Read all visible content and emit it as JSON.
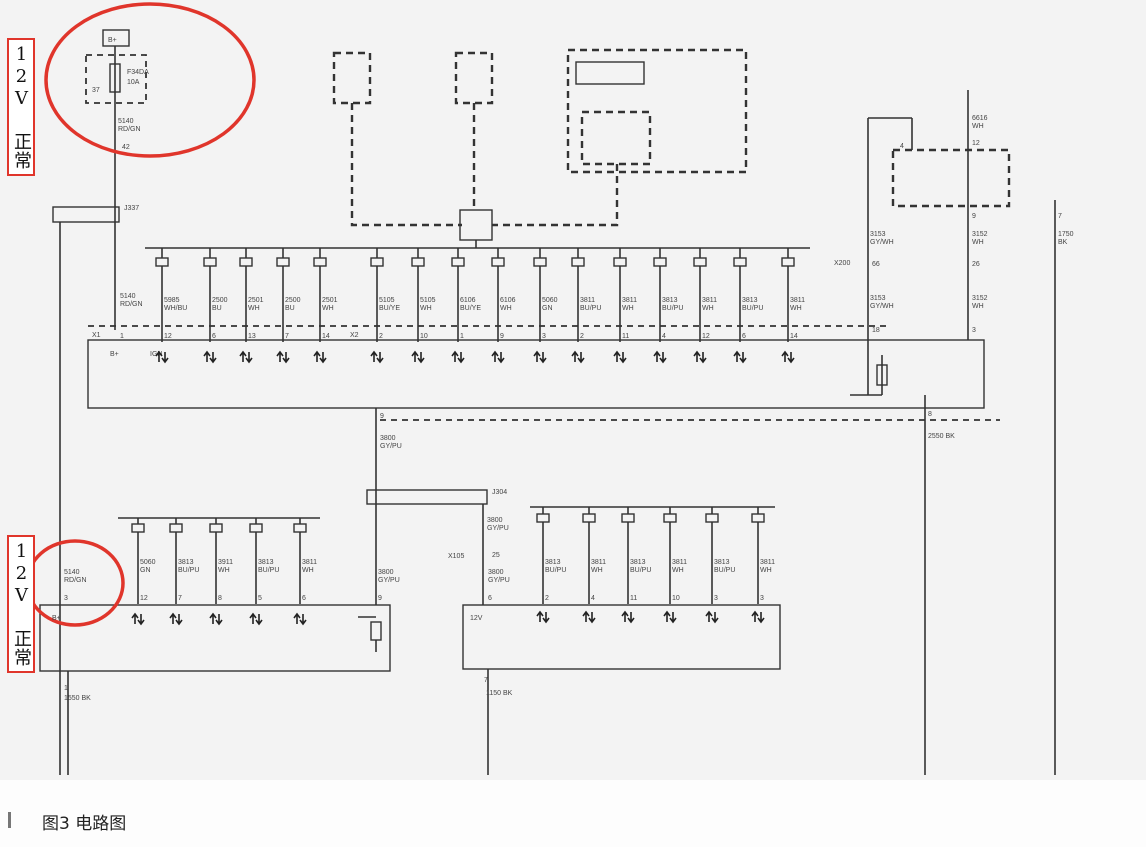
{
  "annotations": {
    "top_note": "12V 正常",
    "bottom_note": "12V 正常"
  },
  "caption": "图3  电路图",
  "colors": {
    "highlight": "#e0352b",
    "line": "#333333"
  },
  "fuse": {
    "top_tag": "B+",
    "name": "F34DA",
    "rating": "10A",
    "pin": "37"
  },
  "top_wire": {
    "num": "5140",
    "color": "RD/GN",
    "pin": "42"
  },
  "splice": "J337",
  "top_units": {
    "antenna_icon": "pointer-arrow"
  },
  "ground_labels": [
    "1550 BK",
    "1150 BK",
    "2550 BK"
  ],
  "top_right_wires": [
    {
      "num": "6616",
      "color": "WH"
    },
    {
      "num": "3152",
      "color": "WH"
    },
    {
      "num": "3153",
      "color": "GY/WH"
    },
    {
      "num": "1750",
      "color": "BK"
    }
  ],
  "top_right_pins": [
    "4",
    "12",
    "9",
    "7",
    "26",
    "66",
    "18",
    "3",
    "8"
  ],
  "connectors": {
    "x200": "X200",
    "x1": "X1",
    "x2": "X2",
    "x105": "X105",
    "j304": "J304"
  },
  "main_module": {
    "b_plus": "B+",
    "ign": "IGN",
    "wires": [
      {
        "num": "5140",
        "color": "RD/GN",
        "pin": "1"
      },
      {
        "num": "5985",
        "color": "WH/BU",
        "pin": "12"
      },
      {
        "num": "2500",
        "color": "BU",
        "pin": "6"
      },
      {
        "num": "2501",
        "color": "WH",
        "pin": "13"
      },
      {
        "num": "2500",
        "color": "BU",
        "pin": "7"
      },
      {
        "num": "2501",
        "color": "WH",
        "pin": "14"
      },
      {
        "num": "5105",
        "color": "BU/YE",
        "pin": "2"
      },
      {
        "num": "5105",
        "color": "WH",
        "pin": "10"
      },
      {
        "num": "6106",
        "color": "BU/YE",
        "pin": "1"
      },
      {
        "num": "6106",
        "color": "WH",
        "pin": "9"
      },
      {
        "num": "5060",
        "color": "GN",
        "pin": "3"
      },
      {
        "num": "3811",
        "color": "BU/PU",
        "pin": "2"
      },
      {
        "num": "3811",
        "color": "WH",
        "pin": "11"
      },
      {
        "num": "3813",
        "color": "BU/PU",
        "pin": "4"
      },
      {
        "num": "3811",
        "color": "WH",
        "pin": "12"
      },
      {
        "num": "3813",
        "color": "BU/PU",
        "pin": "6"
      },
      {
        "num": "3811",
        "color": "WH",
        "pin": "14"
      }
    ],
    "bottom_pin": "9",
    "bottom_wire": {
      "num": "3800",
      "color": "GY/PU"
    }
  },
  "left_module": {
    "wires": [
      {
        "num": "5140",
        "color": "RD/GN",
        "pin": "3"
      },
      {
        "num": "5060",
        "color": "GN",
        "pin": "12"
      },
      {
        "num": "3813",
        "color": "BU/PU",
        "pin": "7"
      },
      {
        "num": "3911",
        "color": "WH",
        "pin": "8"
      },
      {
        "num": "3813",
        "color": "BU/PU",
        "pin": "5"
      },
      {
        "num": "3811",
        "color": "WH",
        "pin": "6"
      },
      {
        "num": "3800",
        "color": "GY/PU",
        "pin": "9"
      }
    ],
    "b_plus": "B+",
    "ground_pin": "1"
  },
  "right_module": {
    "top_wire": {
      "num": "3800",
      "color": "GY/PU",
      "pin": "25"
    },
    "wires": [
      {
        "num": "3800",
        "color": "GY/PU",
        "pin": "6"
      },
      {
        "num": "3813",
        "color": "BU/PU",
        "pin": "2"
      },
      {
        "num": "3811",
        "color": "WH",
        "pin": "4"
      },
      {
        "num": "3813",
        "color": "BU/PU",
        "pin": "11"
      },
      {
        "num": "3811",
        "color": "WH",
        "pin": "10"
      },
      {
        "num": "3813",
        "color": "BU/PU",
        "pin": "3"
      },
      {
        "num": "3811",
        "color": "WH",
        "pin": "3"
      }
    ],
    "v12": "12V",
    "ground_pin": "7"
  }
}
